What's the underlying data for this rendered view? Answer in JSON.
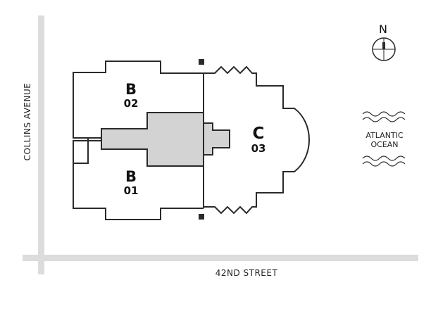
{
  "streets": {
    "west": "COLLINS AVENUE",
    "south": "42ND STREET"
  },
  "compass": {
    "north_label": "N",
    "icon": "compass-icon"
  },
  "ocean": {
    "line1": "ATLANTIC",
    "line2": "OCEAN",
    "icon": "wave-icon"
  },
  "units": [
    {
      "type": "B",
      "number": "02"
    },
    {
      "type": "B",
      "number": "01"
    },
    {
      "type": "C",
      "number": "03"
    }
  ],
  "colors": {
    "road": "#dcdcdc",
    "core_fill": "#d3d3d3",
    "outline": "#2a2a2a"
  }
}
